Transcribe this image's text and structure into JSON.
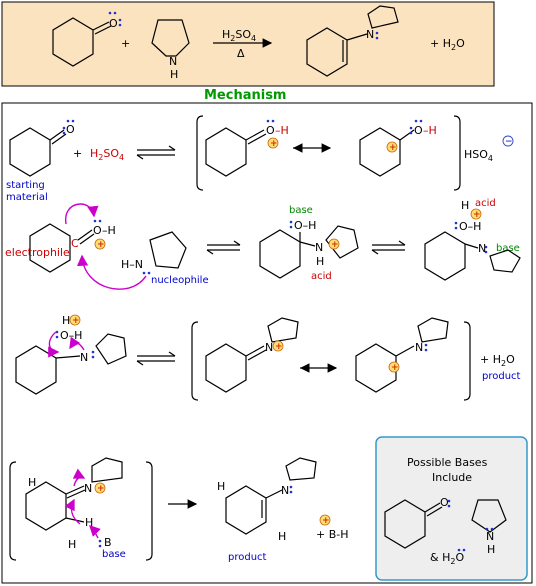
{
  "overall": {
    "plus1": "+",
    "heat": "Δ",
    "nh_n": "N",
    "nh_h": "H",
    "enamine_n": "N",
    "plus2": "+",
    "water_plus": "+ H",
    "water_2": "2",
    "water_o": "O",
    "acid_h": "H",
    "acid_2": "2",
    "acid_so": "SO",
    "acid_4": "4"
  },
  "mechanism_title": "Mechanism",
  "step1": {
    "o": "O",
    "plus": "+",
    "h2so4": "H",
    "h2so4_2": "2",
    "h2so4_so": "SO",
    "h2so4_4": "4",
    "res1_o": "O",
    "res1_h": "–H",
    "res2_o": "O",
    "res2_h": "–H",
    "hso4": "HSO",
    "hso4_4": "4",
    "start_label_1": "starting",
    "start_label_2": "material"
  },
  "step2": {
    "electrophile": "electrophile",
    "nucleophile": "nucleophile",
    "c": "C",
    "o": "O",
    "oh_h": "–H",
    "hn": "H–N",
    "base": "base",
    "acid": "acid",
    "int1_oh": "O–H",
    "int1_n": "N",
    "int1_h": "H",
    "int2_h": "H",
    "int2_oh": "O–H",
    "int2_n": "N",
    "acid2": "acid",
    "base2": "base"
  },
  "step3": {
    "h": "H",
    "oh": "O–H",
    "n": "N",
    "res1_n": "N",
    "res2_n": "N",
    "water": "+ H",
    "water_2": "2",
    "water_o": "O",
    "product": "product"
  },
  "step4": {
    "h1": "H",
    "h2": "H",
    "h3": "H",
    "h4": "H",
    "n": "N",
    "b": "B",
    "base": "base",
    "product_n": "N",
    "product_h": "H",
    "bh": "+ B-H",
    "product": "product"
  },
  "bases_box": {
    "title_1": "Possible Bases",
    "title_2": "Include",
    "o": "O",
    "n": "N",
    "h": "H",
    "water": "& H",
    "water_2": "2",
    "water_o": "O"
  },
  "colors": {
    "top_box_bg": "#fbe3c0",
    "bases_box_bg": "#eeeeee",
    "bases_box_border": "#3399cc",
    "curved_arrow": "#cc00cc",
    "title": "#009900"
  }
}
